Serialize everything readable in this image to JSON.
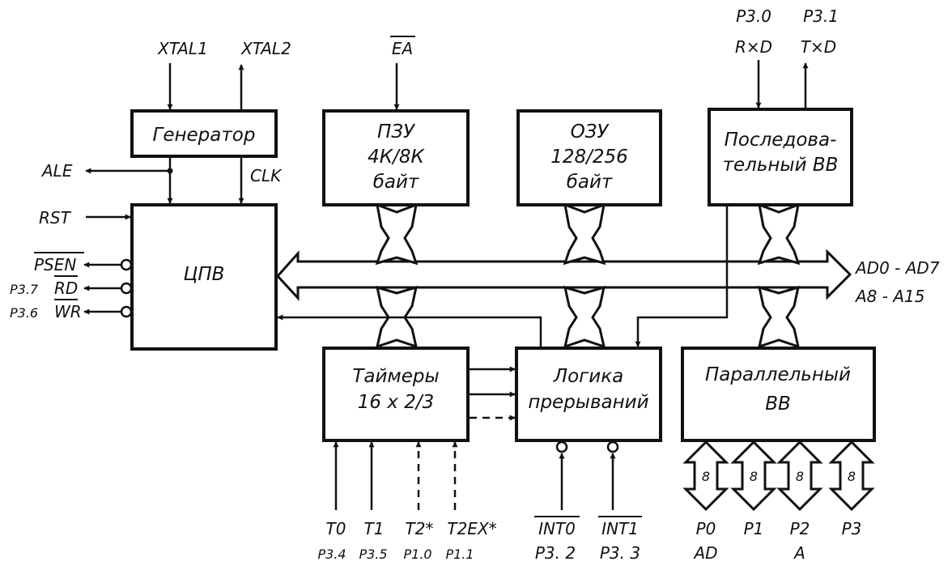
{
  "blocks": {
    "generator": [
      "Генератор"
    ],
    "cpu": [
      "ЦПВ"
    ],
    "rom": [
      "ПЗУ",
      "4К/8К",
      "байт"
    ],
    "ram": [
      "ОЗУ",
      "128/256",
      "байт"
    ],
    "serial": [
      "Последова-",
      "тельный ВВ"
    ],
    "timers": [
      "Таймеры",
      "16 x 2/3"
    ],
    "interrupt": [
      "Логика",
      "прерываний"
    ],
    "parallel": [
      "Параллельный",
      "ВВ"
    ]
  },
  "signals": {
    "xtal1": "XTAL1",
    "xtal2": "XTAL2",
    "ea": "EA",
    "ale": "ALE",
    "clk": "CLK",
    "rst": "RST",
    "psen": "PSEN",
    "rd_pin": "P3.7",
    "rd": "RD",
    "wr_pin": "P3.6",
    "wr": "WR",
    "rxd_pin": "P3.0",
    "rxd": "R×D",
    "txd_pin": "P3.1",
    "txd": "T×D",
    "addr_low": "AD0 - AD7",
    "addr_high": "A8 - A15"
  },
  "timer_inputs": [
    {
      "name": "T0",
      "pin": "P3.4"
    },
    {
      "name": "T1",
      "pin": "P3.5"
    },
    {
      "name": "T2*",
      "pin": "P1.0"
    },
    {
      "name": "T2EX*",
      "pin": "P1.1"
    }
  ],
  "interrupt_inputs": [
    {
      "name": "INT0",
      "pin": "P3. 2"
    },
    {
      "name": "INT1",
      "pin": "P3. 3"
    }
  ],
  "ports": [
    {
      "width": "8",
      "name": "P0",
      "role": "AD"
    },
    {
      "width": "8",
      "name": "P1",
      "role": ""
    },
    {
      "width": "8",
      "name": "P2",
      "role": "A"
    },
    {
      "width": "8",
      "name": "P3",
      "role": ""
    }
  ]
}
